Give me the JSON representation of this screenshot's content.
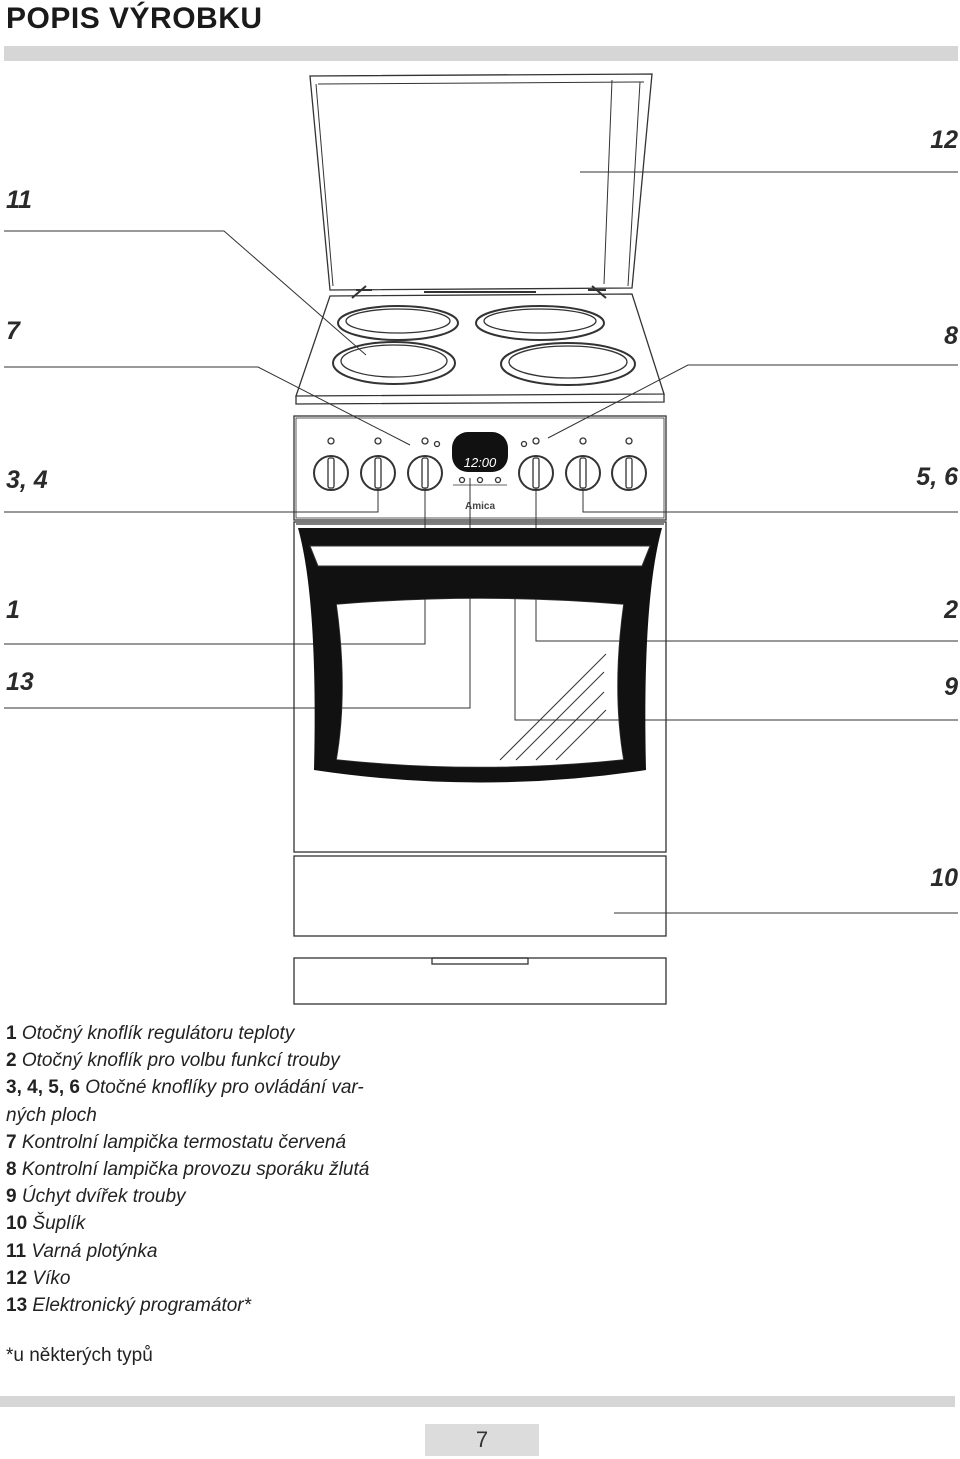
{
  "header": {
    "title": "POPIS VÝROBKU"
  },
  "callouts": {
    "left": [
      "11",
      "7",
      "3, 4",
      "1",
      "13"
    ],
    "right": [
      "12",
      "8",
      "5, 6",
      "2",
      "9",
      "10"
    ]
  },
  "appliance": {
    "display_text": "12:00",
    "brand": "Amica"
  },
  "legend": [
    {
      "num": "1",
      "text": "Otočný knoflík regulátoru teploty"
    },
    {
      "num": "2",
      "text": "Otočný knoflík pro volbu funkcí trouby"
    },
    {
      "num": "3, 4, 5, 6",
      "text": "Otočné knoflíky pro  ovládání var-"
    },
    {
      "num": "",
      "text": "ných ploch"
    },
    {
      "num": "7",
      "text": "Kontrolní lampička termostatu červená"
    },
    {
      "num": "8",
      "text": "Kontrolní lampička provozu sporáku žlutá"
    },
    {
      "num": "9",
      "text": "Úchyt dvířek trouby"
    },
    {
      "num": "10",
      "text": "Šuplík"
    },
    {
      "num": "11",
      "text": "Varná plotýnka"
    },
    {
      "num": "12",
      "text": "Víko"
    },
    {
      "num": "13",
      "text": "Elektronický programátor*"
    }
  ],
  "note": "*u některých typů",
  "footer": {
    "page_number": "7"
  }
}
